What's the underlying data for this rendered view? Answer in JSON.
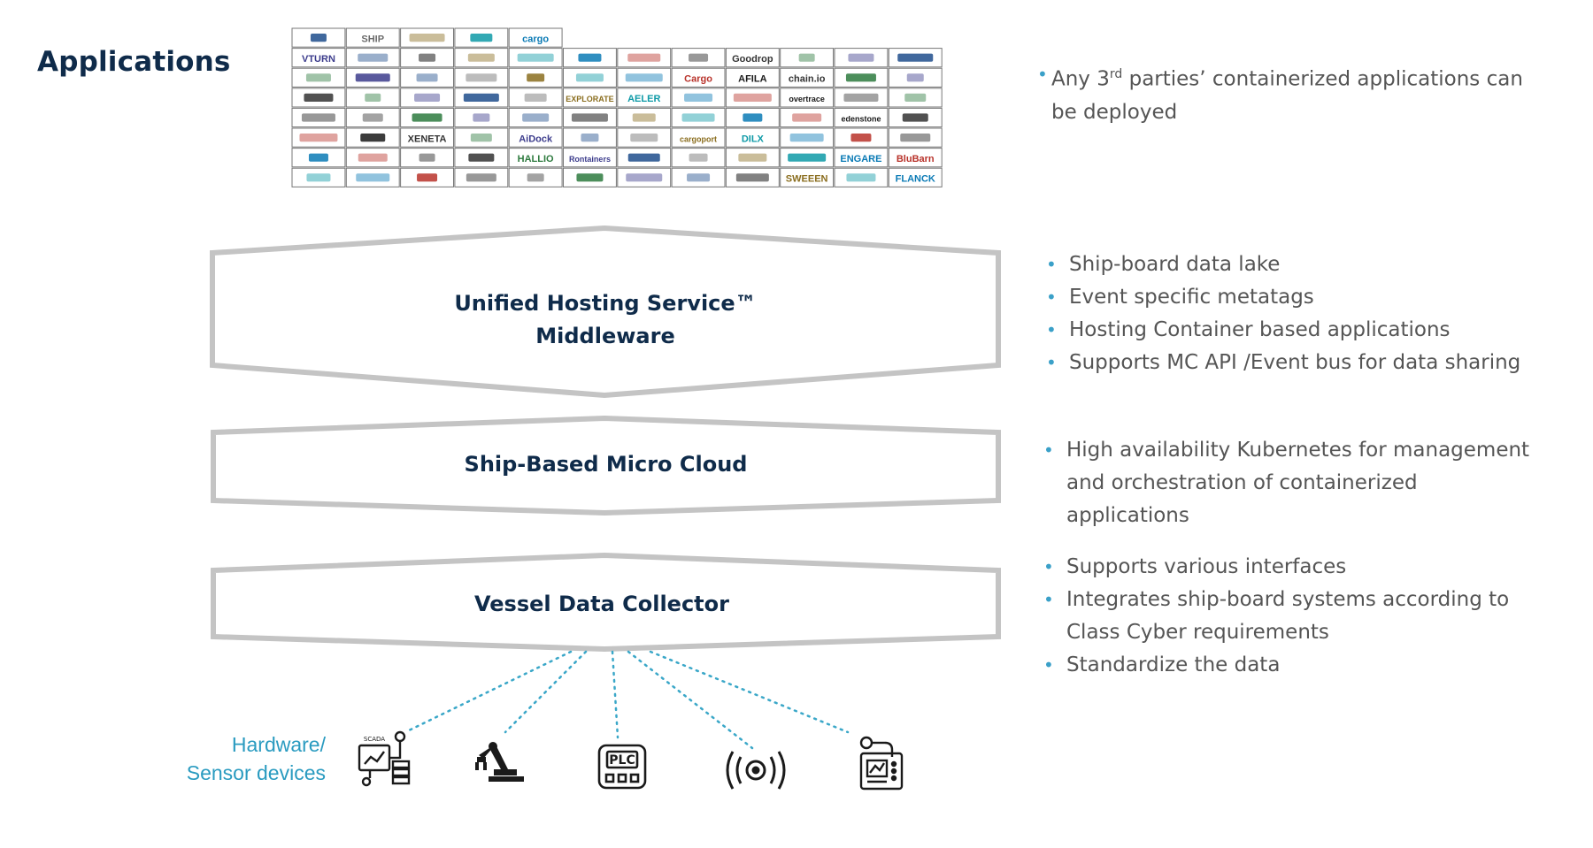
{
  "applications": {
    "title": "Applications",
    "logos": [
      [
        "",
        "SHIP",
        "",
        "",
        "cargo",
        "",
        "",
        "",
        "",
        "",
        "",
        ""
      ],
      [
        "VTURN",
        "",
        "",
        "",
        "",
        "",
        "",
        "",
        "Goodrop",
        "",
        "",
        ""
      ],
      [
        "",
        "",
        "",
        "",
        "",
        "",
        "",
        "Cargo",
        "AFILA",
        "chain.io",
        "",
        ""
      ],
      [
        "",
        "",
        "",
        "",
        "",
        "EXPLORATE",
        "AELER",
        "",
        "",
        "overtrace",
        "",
        ""
      ],
      [
        "",
        "",
        "",
        "",
        "",
        "",
        "",
        "",
        "",
        "",
        "edenstone",
        ""
      ],
      [
        "",
        "",
        "XENETA",
        "",
        "AiDock",
        "",
        "",
        "cargoport",
        "DILX",
        "",
        "",
        ""
      ],
      [
        "",
        "",
        "",
        "",
        "HALLIO",
        "Rontainers",
        "",
        "",
        "",
        "",
        "ENGARE",
        "BluBarn"
      ],
      [
        "",
        "",
        "",
        "",
        "",
        "",
        "",
        "",
        "",
        "SWEEEN",
        "",
        "FLANCK"
      ]
    ],
    "notes": [
      {
        "pre": "Any 3",
        "sup": "rd",
        "post": " parties’ containerized applications can",
        "cont": "be deployed"
      }
    ]
  },
  "layers": [
    {
      "lines": [
        "Unified Hosting Service™",
        "Middleware"
      ],
      "notes": [
        [
          "Ship-board data lake"
        ],
        [
          "Event specific metatags"
        ],
        [
          "Hosting Container based  applications"
        ],
        [
          "Supports MC API /Event bus for data sharing"
        ]
      ]
    },
    {
      "lines": [
        "Ship-Based Micro Cloud"
      ],
      "notes": [
        [
          "High availability Kubernetes for management",
          "and orchestration of containerized",
          "applications"
        ]
      ]
    },
    {
      "lines": [
        "Vessel Data Collector"
      ],
      "notes": [
        [
          "Supports various interfaces"
        ],
        [
          "Integrates ship-board systems according to",
          "Class Cyber requirements"
        ],
        [
          "Standardize the data"
        ]
      ]
    }
  ],
  "hardware": {
    "label_lines": [
      "Hardware/",
      "Sensor devices"
    ],
    "devices": [
      {
        "icon": "scada-icon",
        "text": "SCADA"
      },
      {
        "icon": "robot-arm-icon",
        "text": ""
      },
      {
        "icon": "plc-icon",
        "text": "PLC"
      },
      {
        "icon": "sensor-icon",
        "text": ""
      },
      {
        "icon": "power-meter-icon",
        "text": ""
      }
    ]
  },
  "colors": {
    "title": "#0f2b4a",
    "note_text": "#555555",
    "bullet": "#3aa0c8",
    "shape_stroke": "#c4c4c4",
    "connector": "#3aa7c8",
    "hardware_label": "#2a9bc0"
  }
}
